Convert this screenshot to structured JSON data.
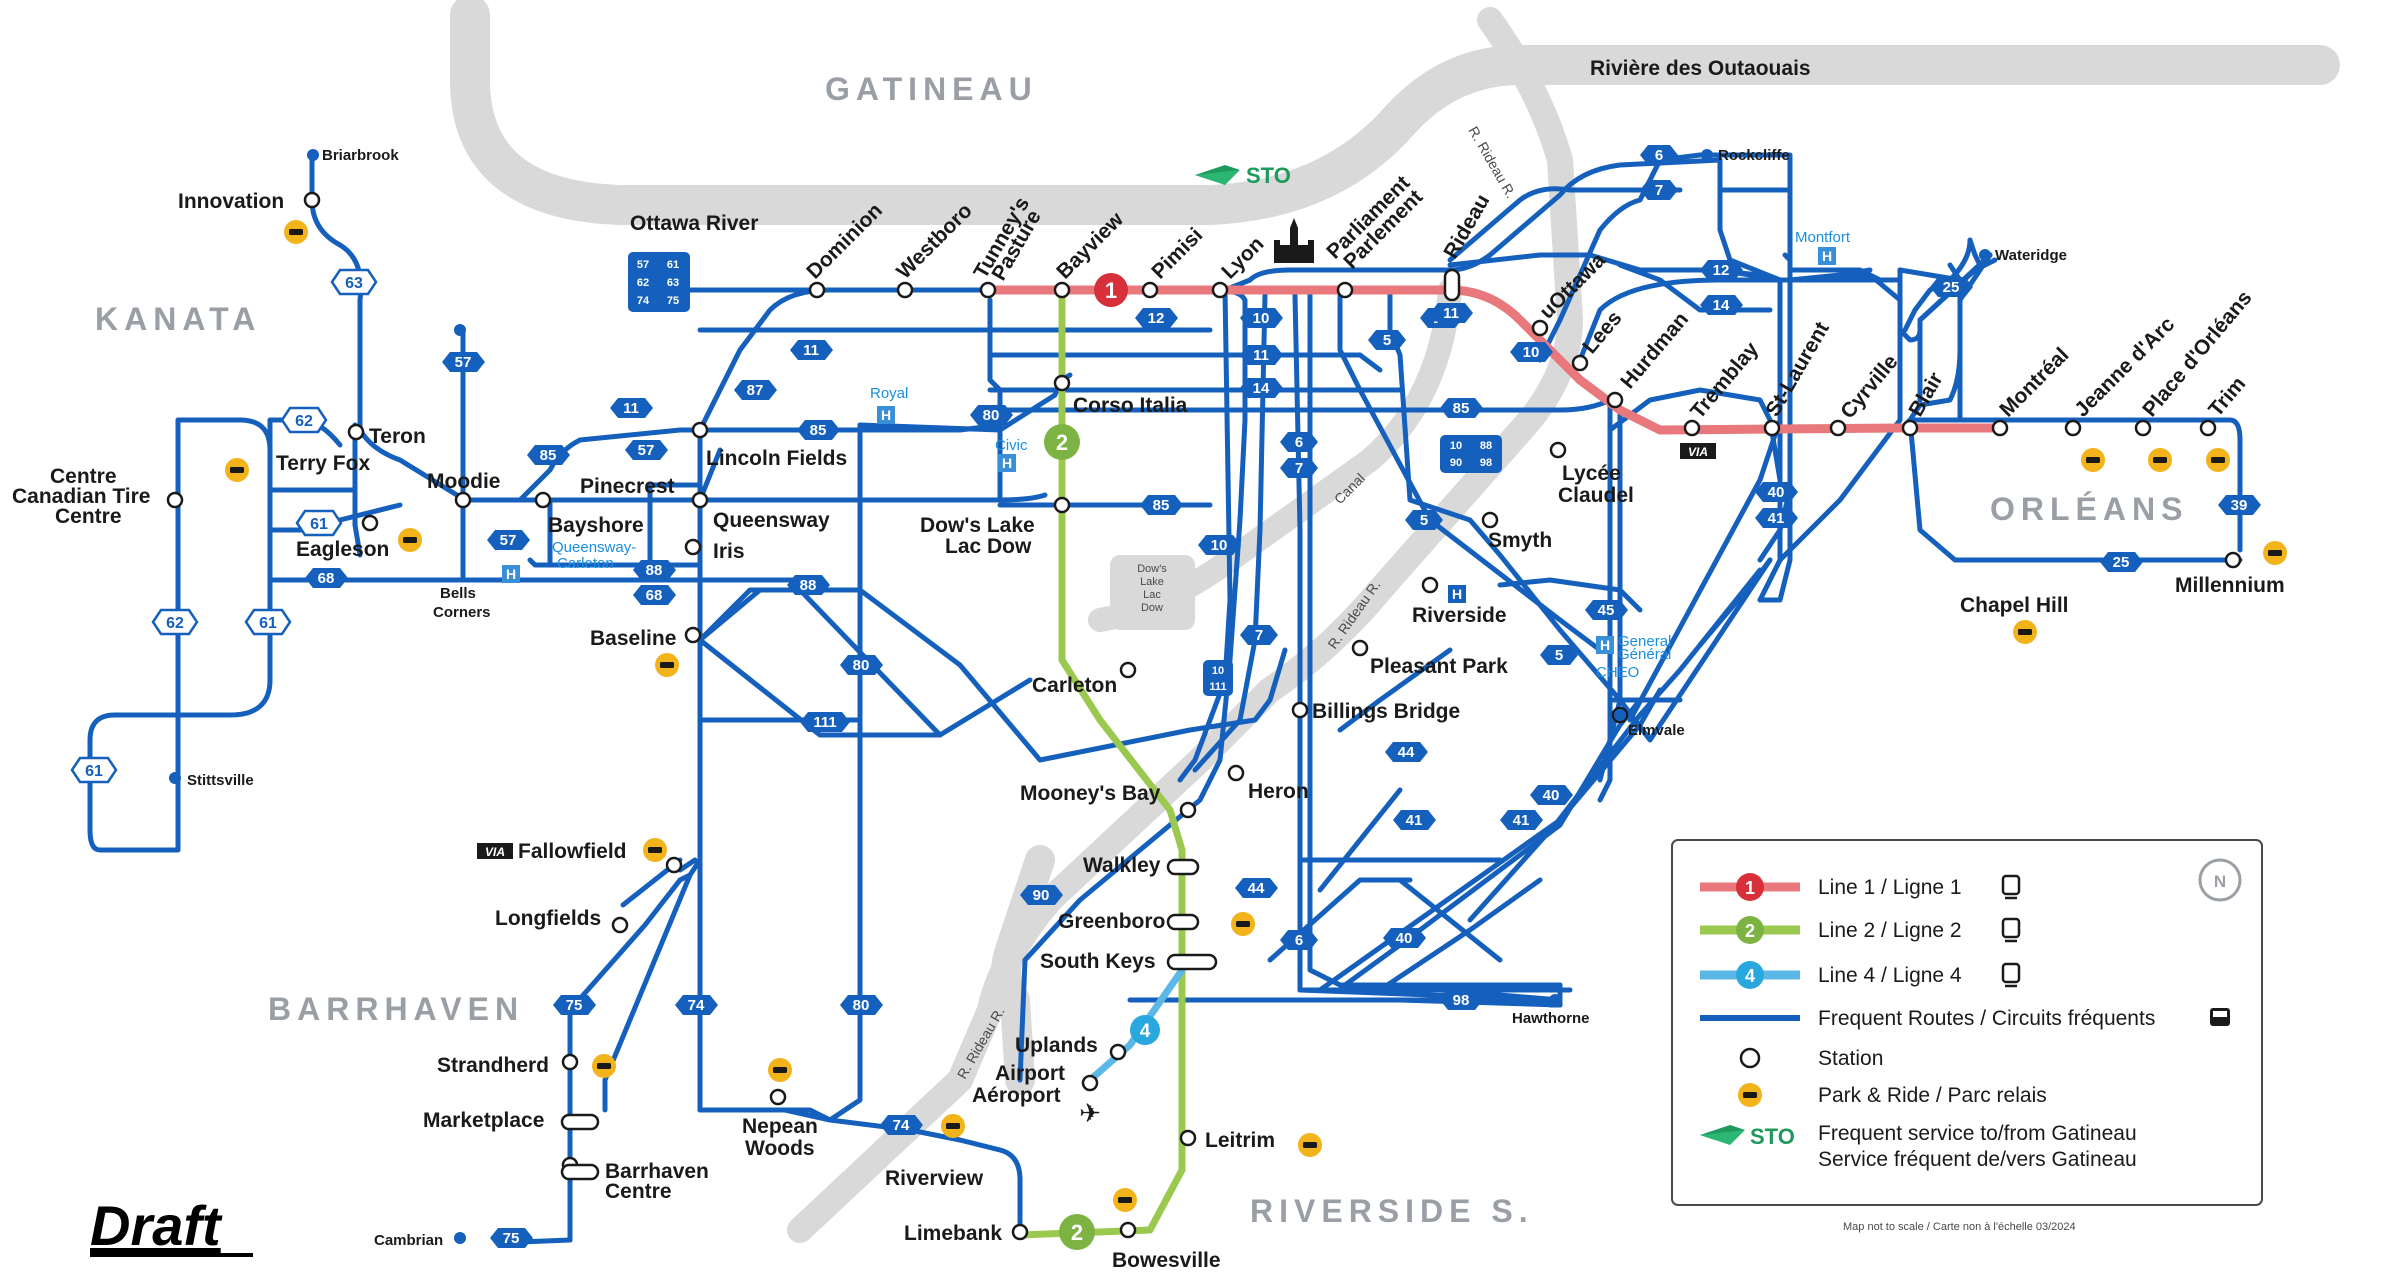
{
  "map": {
    "water_labels": {
      "river_fr": "Rivière des Outaouais",
      "river_en": "Ottawa River",
      "rideau_top": "R. Rideau R.",
      "rideau_mid": "R. Rideau R.",
      "rideau_south": "R. Rideau R.",
      "canal": "Canal",
      "dows_lake": "Dow's Lake Lac Dow"
    },
    "regions": {
      "gatineau": "GATINEAU",
      "kanata": "KANATA",
      "orleans": "ORLÉANS",
      "barrhaven": "BARRHAVEN",
      "riverside_s": "RIVERSIDE S."
    },
    "sto_label": "STO",
    "draft_label": "Draft",
    "stations": {
      "briarbrook": "Briarbrook",
      "innovation": "Innovation",
      "teron": "Teron",
      "terry_fox": "Terry Fox",
      "centre_canadian_tire": "Centre Canadian Tire Centre",
      "moodie": "Moodie",
      "eagleson": "Eagleson",
      "bells_corners": "Bells Corners",
      "stittsville": "Stittsville",
      "dominion": "Dominion",
      "westboro": "Westboro",
      "tunneys": "Tunney's Pasture",
      "bayview": "Bayview",
      "pimisi": "Pimisi",
      "lyon": "Lyon",
      "parliament": "Parliament Parlement",
      "rideau": "Rideau",
      "uottawa": "uOttawa",
      "lees": "Lees",
      "hurdman": "Hurdman",
      "tremblay": "Tremblay",
      "st_laurent": "St-Laurent",
      "cyrville": "Cyrville",
      "blair": "Blair",
      "montreal": "Montréal",
      "jeanne_darc": "Jeanne d'Arc",
      "place_dorleans": "Place d'Orléans",
      "trim": "Trim",
      "rockcliffe": "Rockcliffe",
      "montfort": "Montfort",
      "wateridge": "Wateridge",
      "millennium": "Millennium",
      "chapel_hill": "Chapel Hill",
      "corso_italia": "Corso Italia",
      "lincoln_fields": "Lincoln Fields",
      "pinecrest": "Pinecrest",
      "bayshore": "Bayshore",
      "queensway_carleton": "Queensway-Carleton",
      "queensway": "Queensway",
      "iris": "Iris",
      "baseline": "Baseline",
      "royal": "Royal",
      "civic": "Civic",
      "dows_lake": "Dow's Lake Lac Dow",
      "carleton": "Carleton",
      "mooneys_bay": "Mooney's Bay",
      "heron": "Heron",
      "walkley": "Walkley",
      "greenboro": "Greenboro",
      "south_keys": "South Keys",
      "uplands": "Uplands",
      "airport": "Airport Aéroport",
      "leitrim": "Leitrim",
      "bowesville": "Bowesville",
      "limebank": "Limebank",
      "riverview": "Riverview",
      "nepean_woods": "Nepean Woods",
      "fallowfield": "Fallowfield",
      "longfields": "Longfields",
      "strandherd": "Strandherd",
      "marketplace": "Marketplace",
      "barrhaven_centre": "Barrhaven Centre",
      "cambrian": "Cambrian",
      "hawthorne": "Hawthorne",
      "elmvale": "Elmvale",
      "billings_bridge": "Billings Bridge",
      "pleasant_park": "Pleasant Park",
      "riverside": "Riverside",
      "smyth": "Smyth",
      "lycee_claudel": "Lycée Claudel",
      "general_cheo": "General Général CHEO"
    },
    "routes": [
      "6",
      "7",
      "12",
      "14",
      "11",
      "10",
      "5",
      "85",
      "80",
      "87",
      "57",
      "62",
      "61",
      "63",
      "68",
      "88",
      "75",
      "74",
      "90",
      "111",
      "10 111",
      "44",
      "41",
      "40",
      "45",
      "98",
      "25",
      "39",
      "10 88 90 98",
      "57 61 62 63 74 75"
    ]
  },
  "legend": {
    "line1": "Line 1 / Ligne 1",
    "line2": "Line 2 / Ligne 2",
    "line4": "Line 4 / Ligne 4",
    "frequent": "Frequent Routes / Circuits fréquents",
    "station": "Station",
    "park_ride": "Park & Ride / Parc relais",
    "sto_line1": "Frequent service to/from Gatineau",
    "sto_line2": "Service fréquent de/vers Gatineau",
    "footnote": "Map not to scale / Carte non à l'échelle 03/2024",
    "colors": {
      "line1": "#e8787b",
      "line2": "#9bc94f",
      "line4": "#5bb8e6",
      "frequent": "#1560bd",
      "grey_water": "#d9d9d9",
      "sto": "#1d9a5c",
      "park_ride": "#f2b31b"
    }
  }
}
